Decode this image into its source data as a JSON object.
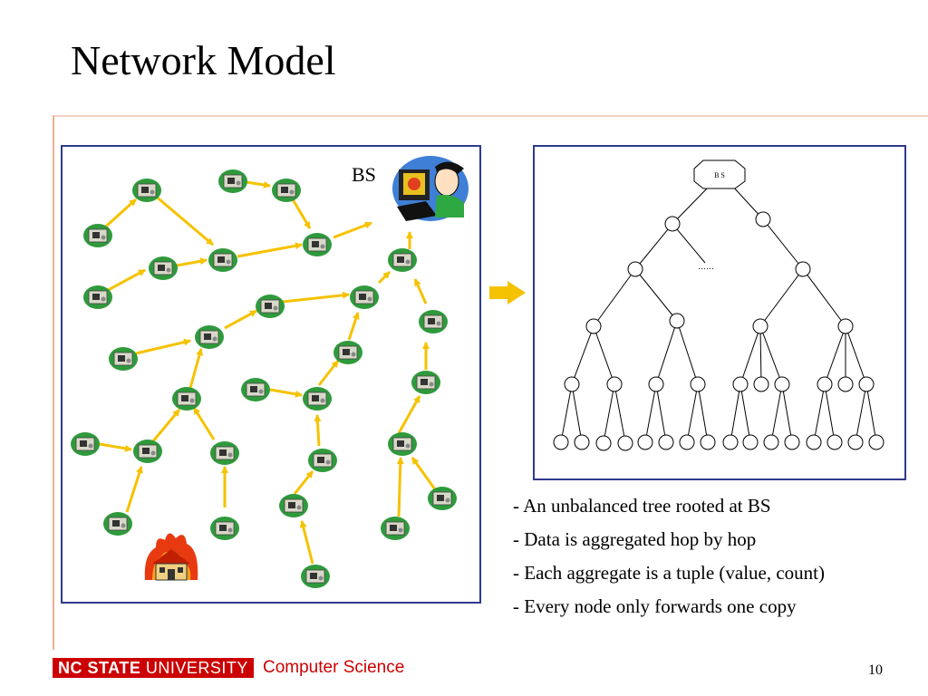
{
  "title": "Network Model",
  "bs_label": "BS",
  "tree_root_label": "B S",
  "tree_ellipsis": "……",
  "bullets": [
    "- An unbalanced tree rooted at BS",
    "- Data is aggregated hop by hop",
    "- Each aggregate is a tuple (value, count)",
    "- Every node only forwards one copy"
  ],
  "footer": {
    "brand_bold": "NC STATE",
    "brand_light": "UNIVERSITY",
    "department": "Computer Science",
    "page_number": "10"
  },
  "colors": {
    "arrow": "#f5c200",
    "panel_border": "#2e3a8c",
    "brand_red": "#cc0000",
    "sensor_green": "#2f9a3c"
  },
  "icons": [
    "sensor-node-icon",
    "base-station-computer-icon",
    "burning-house-icon",
    "right-arrow-icon"
  ]
}
